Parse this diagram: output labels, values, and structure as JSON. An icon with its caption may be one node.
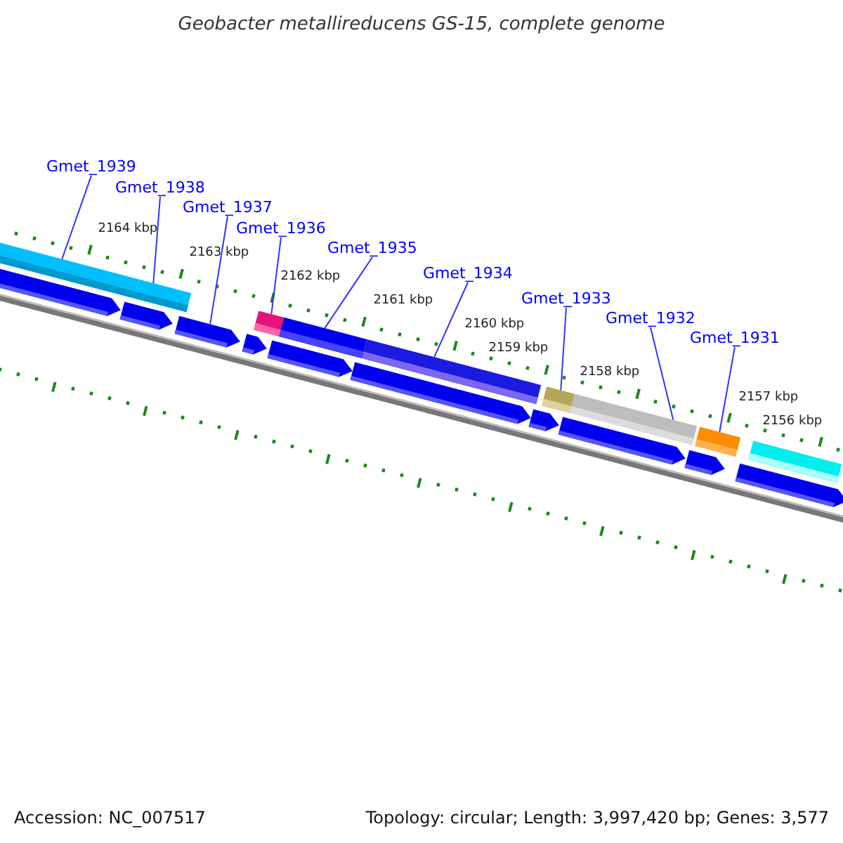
{
  "diagram": {
    "title": "Geobacter metallireducens GS-15, complete genome",
    "nodes": [
      {
        "text": [
          "Gmet_1939"
        ]
      },
      {
        "text": [
          "Gmet_1938"
        ]
      },
      {
        "text": [
          "Gmet_1937"
        ]
      },
      {
        "text": [
          "Gmet_1936"
        ]
      },
      {
        "text": [
          "Gmet_1935"
        ]
      },
      {
        "text": [
          "Gmet_1934"
        ]
      },
      {
        "text": [
          "Gmet_1933"
        ]
      },
      {
        "text": [
          "Gmet_1932"
        ]
      },
      {
        "text": [
          "Gmet_1931"
        ]
      },
      {
        "text": [],
        "shape": "bar"
      },
      {
        "text": [],
        "shape": "bar"
      },
      {
        "text": [],
        "shape": "arrow"
      },
      {
        "text": [],
        "shape": "bar"
      },
      {
        "text": [],
        "shape": "bar"
      },
      {
        "text": [],
        "shape": "bar"
      },
      {
        "text": [],
        "shape": "bar"
      },
      {
        "text": [],
        "shape": "bar"
      },
      {
        "text": [],
        "shape": "bar"
      },
      {
        "text": [],
        "shape": "arrow"
      },
      {
        "text": [],
        "shape": "arrow"
      },
      {
        "text": [],
        "shape": "arrow"
      },
      {
        "text": [],
        "shape": "arrow"
      },
      {
        "text": [],
        "shape": "arrow"
      },
      {
        "text": [],
        "shape": "arrow"
      },
      {
        "text": [],
        "shape": "arrow"
      },
      {
        "text": [],
        "shape": "arrow"
      },
      {
        "text": [],
        "shape": "bar"
      },
      {
        "text": [],
        "shape": "arrow"
      }
    ],
    "edges": [
      {
        "from": 0,
        "to": 9,
        "arrow": "none"
      },
      {
        "from": 1,
        "to": 10,
        "arrow": "none"
      },
      {
        "from": 2,
        "to": 11,
        "arrow": "none"
      },
      {
        "from": 3,
        "to": 12,
        "arrow": "none"
      },
      {
        "from": 4,
        "to": 13,
        "arrow": "none"
      },
      {
        "from": 5,
        "to": 14,
        "arrow": "none"
      },
      {
        "from": 6,
        "to": 15,
        "arrow": "none"
      },
      {
        "from": 7,
        "to": 16,
        "arrow": "none"
      },
      {
        "from": 8,
        "to": 17,
        "arrow": "none"
      }
    ],
    "labels": [
      "2164 kbp",
      "2163 kbp",
      "2162 kbp",
      "2161 kbp",
      "2160 kbp",
      "2159 kbp",
      "2158 kbp",
      "2157 kbp",
      "2156 kbp",
      "Accession: NC_007517",
      "Topology: circular; Length: 3,997,420 bp; Genes: 3,577"
    ]
  }
}
